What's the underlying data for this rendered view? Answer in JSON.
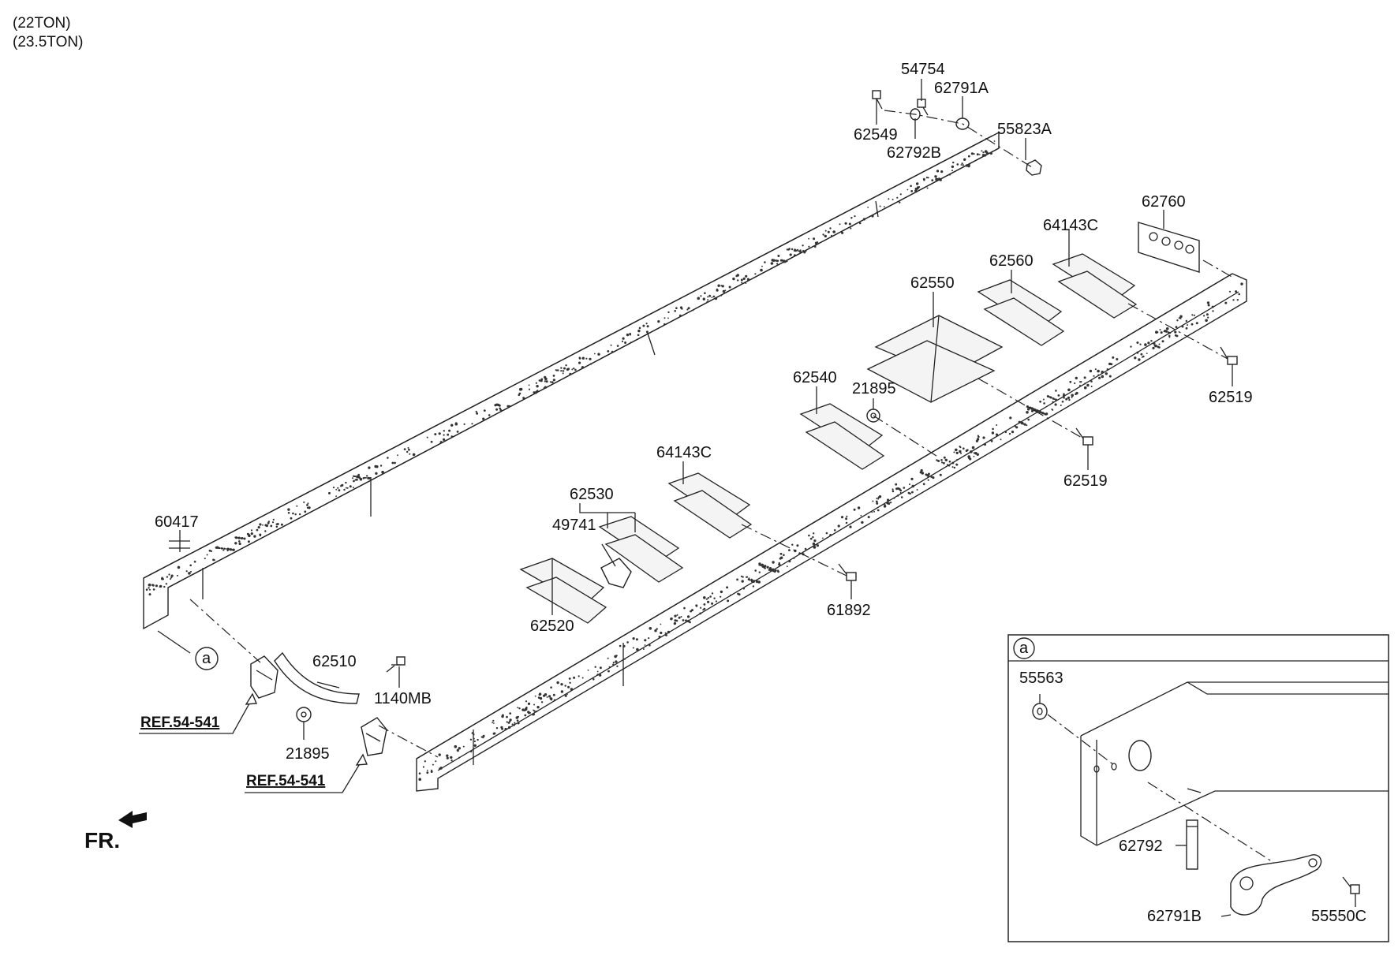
{
  "header": {
    "line1": "(22TON)",
    "line2": "(23.5TON)"
  },
  "labels": {
    "p54754": "54754",
    "p62791A": "62791A",
    "p62549": "62549",
    "p62792B": "62792B",
    "p55823A": "55823A",
    "p62760": "62760",
    "p64143C_top": "64143C",
    "p62560": "62560",
    "p62550": "62550",
    "p62519_a": "62519",
    "p62540": "62540",
    "p21895_top": "21895",
    "p62519_b": "62519",
    "p64143C_mid": "64143C",
    "p62530": "62530",
    "p49741": "49741",
    "p60417": "60417",
    "p62520": "62520",
    "p61892": "61892",
    "p62510": "62510",
    "p1140MB": "1140MB",
    "p21895_bottom": "21895",
    "ref1": "REF.54-541",
    "ref2": "REF.54-541",
    "fr": "FR.",
    "circle_a_main": "a"
  },
  "detail": {
    "circle": "a",
    "p55563": "55563",
    "p62792": "62792",
    "p62791B": "62791B",
    "p55550C": "55550C"
  },
  "icons": [
    "front-direction-arrow-icon",
    "circle-a-callout-icon"
  ]
}
